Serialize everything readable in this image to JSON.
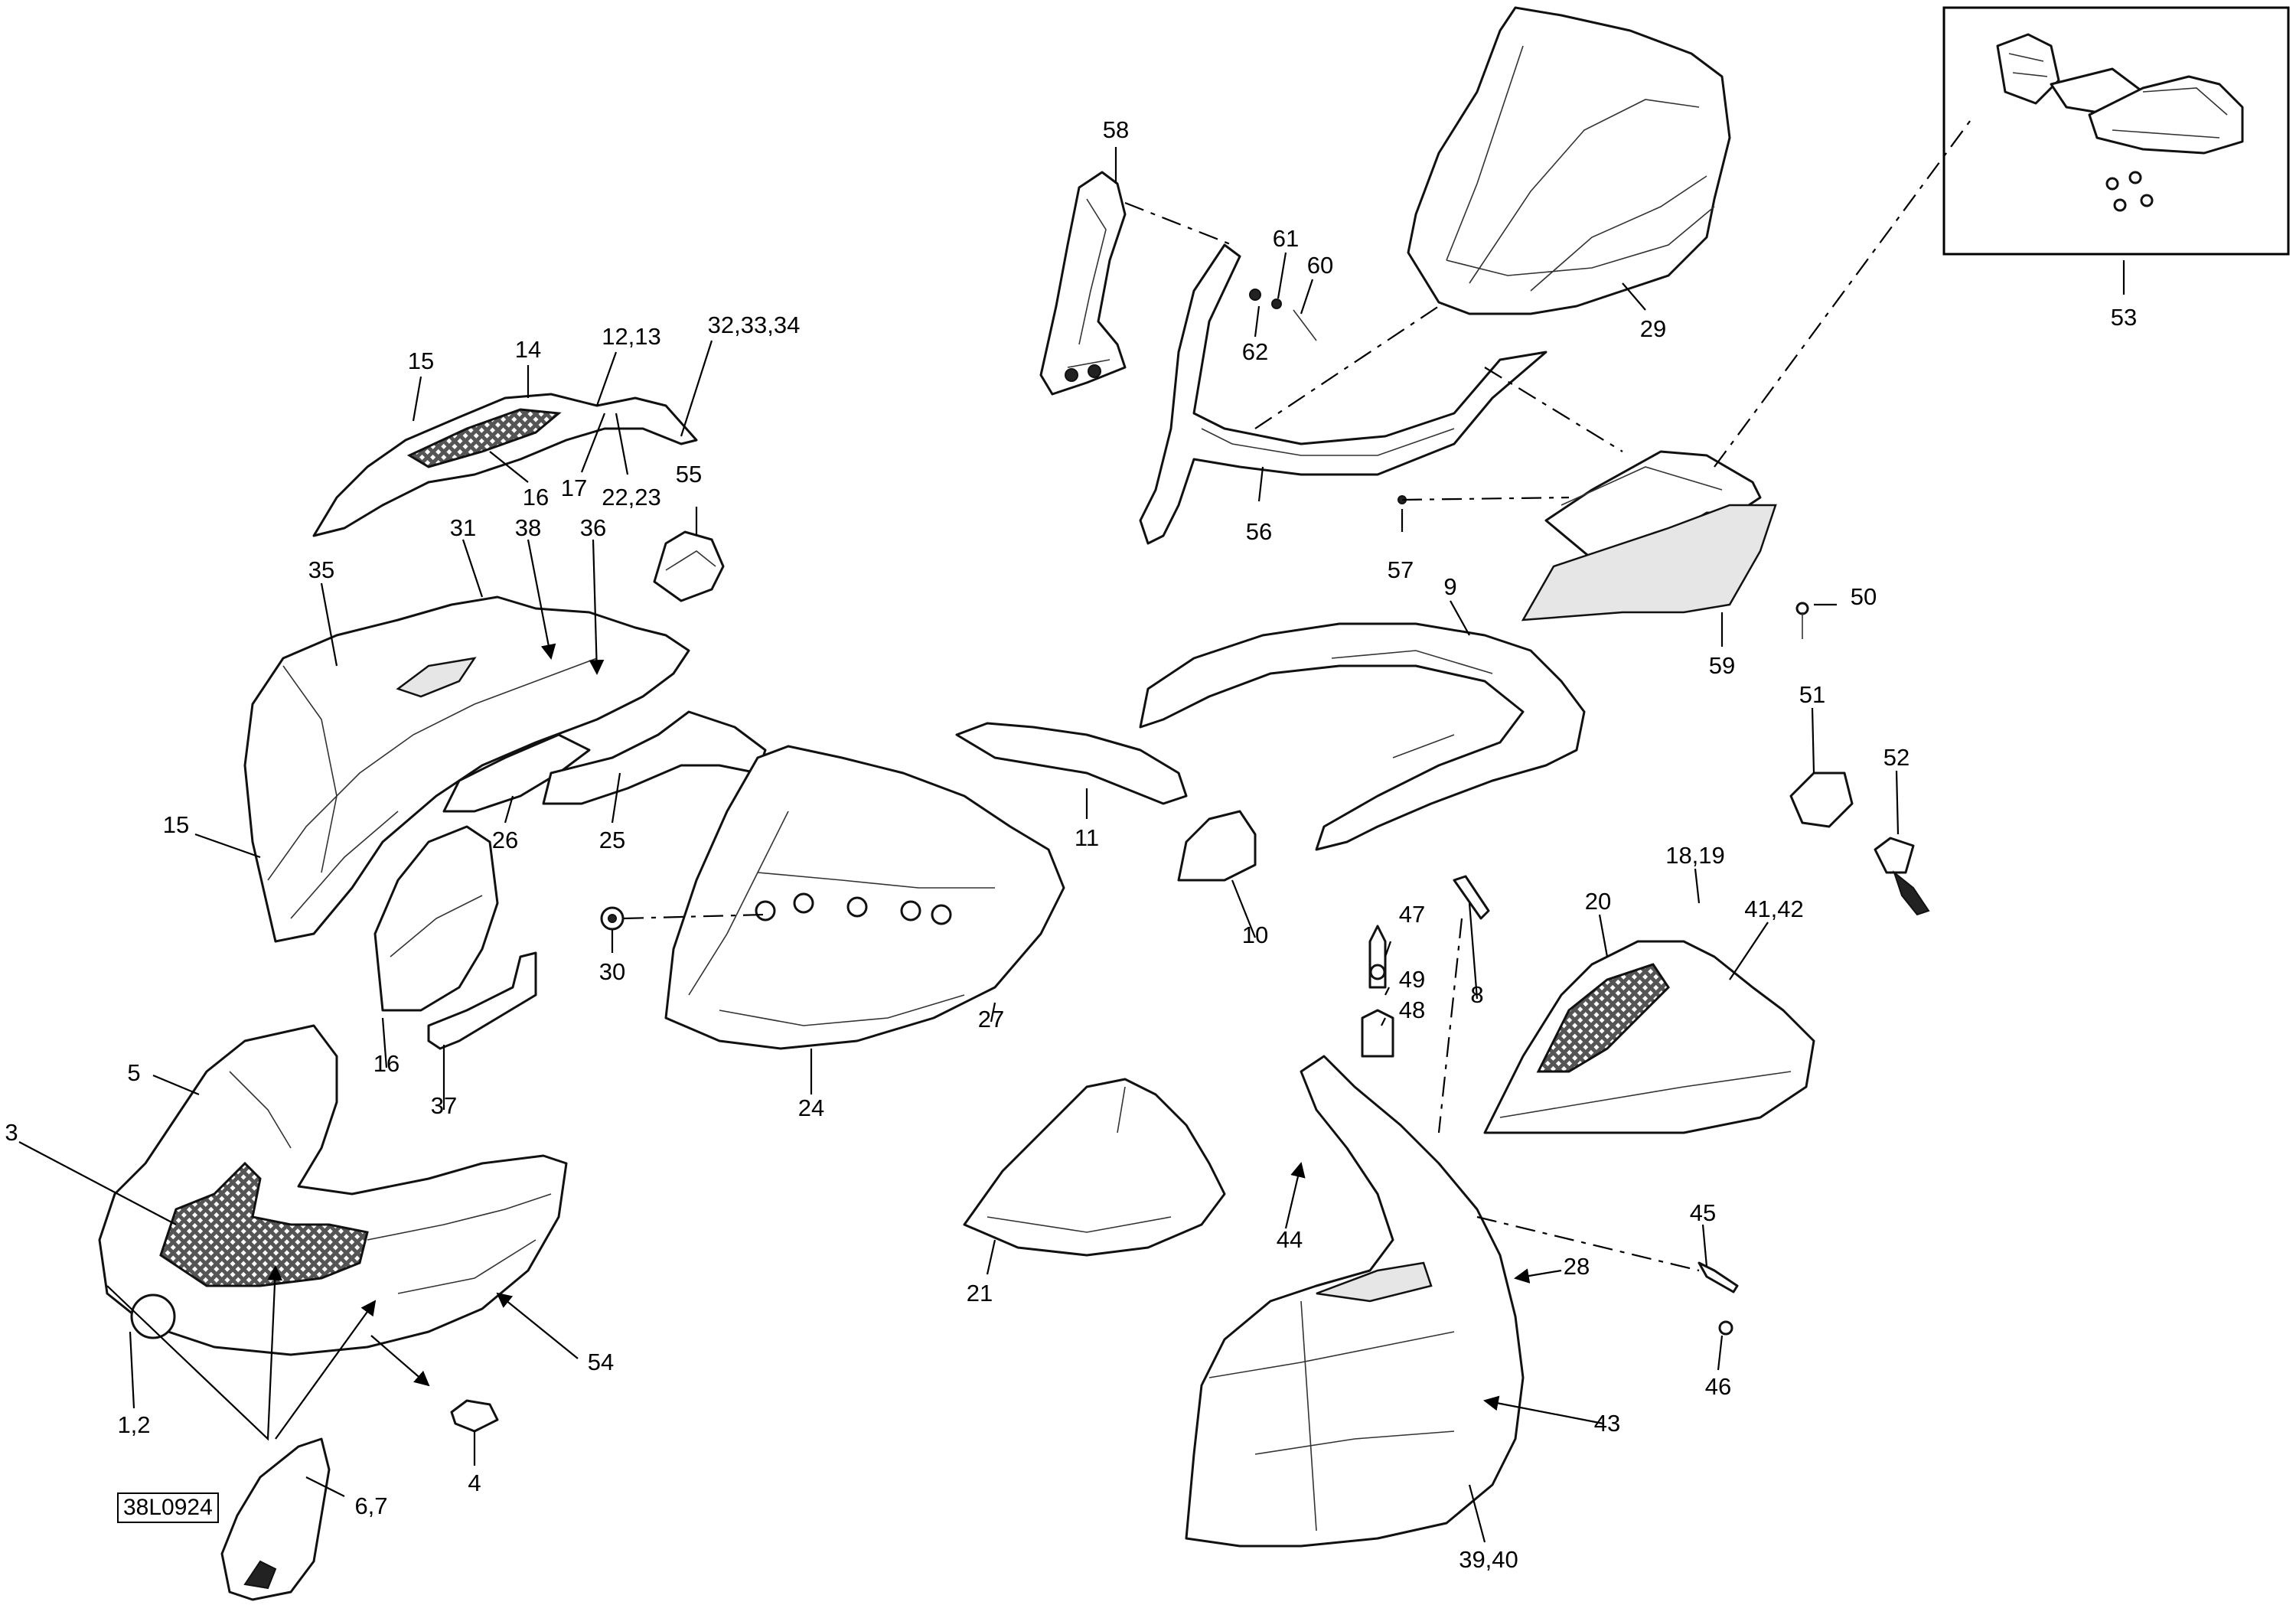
{
  "diagram": {
    "reference_code": "38L0924",
    "callouts": [
      "58",
      "61",
      "60",
      "62",
      "29",
      "53",
      "15",
      "14",
      "12,13",
      "32,33,34",
      "16",
      "17",
      "22,23",
      "55",
      "56",
      "57",
      "31",
      "38",
      "36",
      "35",
      "9",
      "50",
      "59",
      "51",
      "52",
      "11",
      "26",
      "25",
      "15",
      "18,19",
      "20",
      "41,42",
      "47",
      "49",
      "48",
      "8",
      "10",
      "30",
      "27",
      "16",
      "37",
      "24",
      "5",
      "3",
      "44",
      "28",
      "45",
      "21",
      "54",
      "46",
      "43",
      "1,2",
      "4",
      "6,7",
      "39,40"
    ]
  }
}
